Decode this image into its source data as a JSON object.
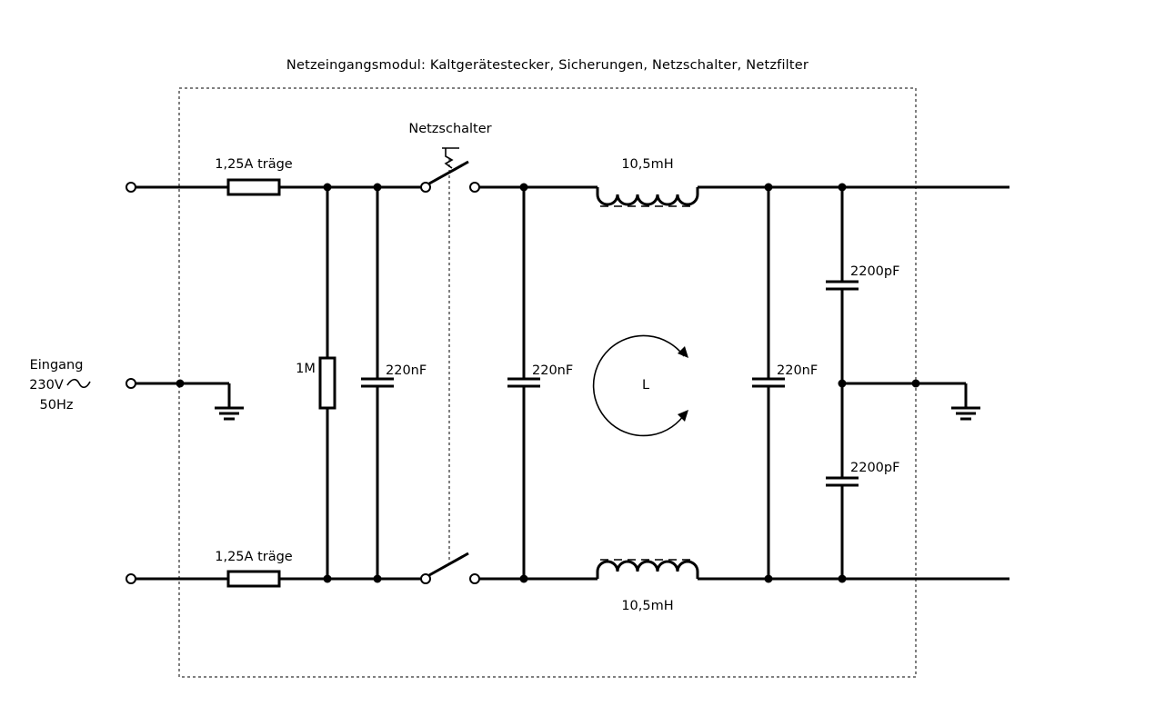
{
  "title": "Netzeingangsmodul: Kaltgerätestecker, Sicherungen, Netzschalter, Netzfilter",
  "input": {
    "line1": "Eingang",
    "line2": "230V",
    "line3": "50Hz"
  },
  "components": {
    "fuse_top": "1,25A  träge",
    "fuse_bottom": "1,25A  träge",
    "resistor": "1M",
    "cap_x1_left": "220nF",
    "switch": "Netzschalter",
    "cap_x2_mid": "220nF",
    "choke_top": "10,5mH",
    "choke_bottom": "10,5mH",
    "choke_mark": "L",
    "cap_x3_right": "220nF",
    "cap_y_top": "2200pF",
    "cap_y_bottom": "2200pF"
  },
  "colors": {
    "wire": "#000000",
    "background": "#ffffff"
  }
}
